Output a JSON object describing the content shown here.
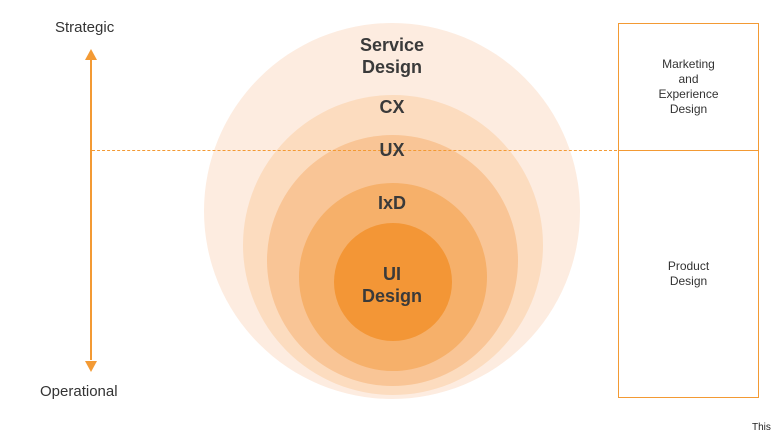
{
  "axis": {
    "top_label": "Strategic",
    "bottom_label": "Operational"
  },
  "circles": {
    "service_design": [
      "Service",
      "Design"
    ],
    "cx": "CX",
    "ux": "UX",
    "ixd": "IxD",
    "ui_design": [
      "UI",
      "Design"
    ]
  },
  "side_boxes": {
    "top": [
      "Marketing",
      "and",
      "Experience",
      "Design"
    ],
    "bottom": [
      "Product",
      "Design"
    ]
  },
  "footer": {
    "cut_text": "This"
  },
  "colors": {
    "accent": "#f39a34",
    "ring_service": "#fdece0",
    "ring_cx": "#fcdcbf",
    "ring_ux": "#f9c596",
    "ring_ixd": "#f6b06a",
    "ring_ui": "#f39636"
  }
}
